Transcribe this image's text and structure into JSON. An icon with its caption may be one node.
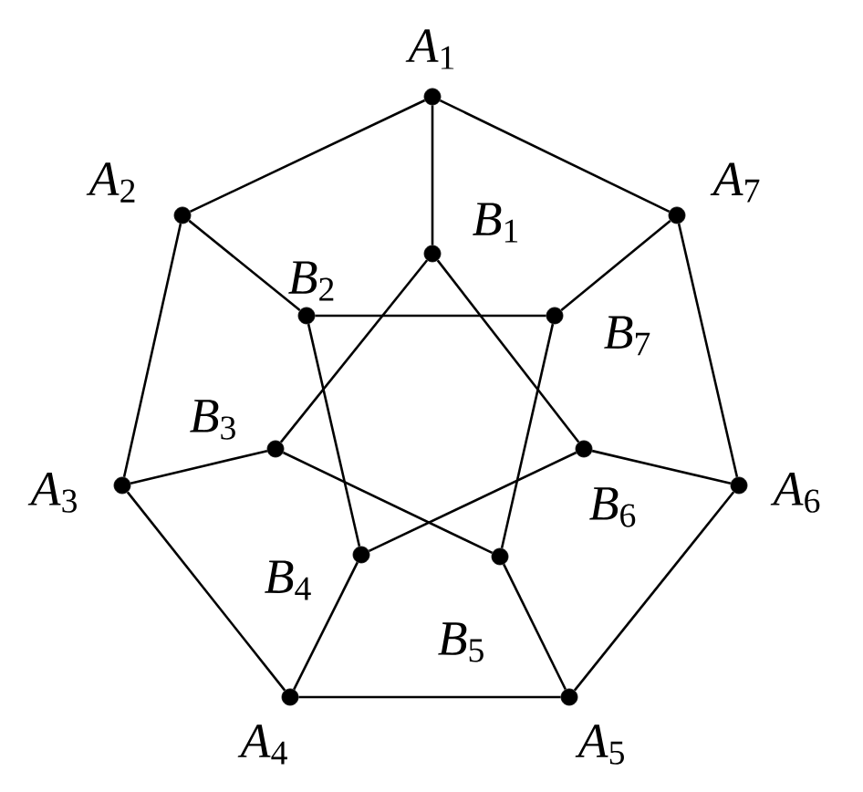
{
  "diagram": {
    "nodes": [
      {
        "text": [],
        "shape": "circle",
        "beside": [
          "*A*$_{1}$"
        ]
      },
      {
        "text": [],
        "shape": "circle",
        "beside": [
          "*A*$_{2}$"
        ]
      },
      {
        "text": [],
        "shape": "circle",
        "beside": [
          "*A*$_{3}$"
        ]
      },
      {
        "text": [],
        "shape": "circle",
        "beside": [
          "*A*$_{4}$"
        ]
      },
      {
        "text": [],
        "shape": "circle",
        "beside": [
          "*A*$_{5}$"
        ]
      },
      {
        "text": [],
        "shape": "circle",
        "beside": [
          "*A*$_{6}$"
        ]
      },
      {
        "text": [],
        "shape": "circle",
        "beside": [
          "*A*$_{7}$"
        ]
      },
      {
        "text": [],
        "shape": "circle",
        "beside": [
          "*B*$_{1}$"
        ]
      },
      {
        "text": [],
        "shape": "circle",
        "beside": [
          "*B*$_{2}$"
        ]
      },
      {
        "text": [],
        "shape": "circle",
        "beside": [
          "*B*$_{3}$"
        ]
      },
      {
        "text": [],
        "shape": "circle",
        "beside": [
          "*B*$_{4}$"
        ]
      },
      {
        "text": [],
        "shape": "circle",
        "beside": [
          "*B*$_{5}$"
        ]
      },
      {
        "text": [],
        "shape": "circle",
        "beside": [
          "*B*$_{6}$"
        ]
      },
      {
        "text": [],
        "shape": "circle",
        "beside": [
          "*B*$_{7}$"
        ]
      }
    ],
    "edges": [
      {
        "from": 0,
        "to": 1,
        "arrow": "none"
      },
      {
        "from": 1,
        "to": 2,
        "arrow": "none"
      },
      {
        "from": 2,
        "to": 3,
        "arrow": "none"
      },
      {
        "from": 3,
        "to": 4,
        "arrow": "none"
      },
      {
        "from": 4,
        "to": 5,
        "arrow": "none"
      },
      {
        "from": 5,
        "to": 6,
        "arrow": "none"
      },
      {
        "from": 6,
        "to": 0,
        "arrow": "none"
      },
      {
        "from": 0,
        "to": 7,
        "arrow": "none"
      },
      {
        "from": 1,
        "to": 8,
        "arrow": "none"
      },
      {
        "from": 2,
        "to": 9,
        "arrow": "none"
      },
      {
        "from": 3,
        "to": 10,
        "arrow": "none"
      },
      {
        "from": 4,
        "to": 11,
        "arrow": "none"
      },
      {
        "from": 5,
        "to": 12,
        "arrow": "none"
      },
      {
        "from": 6,
        "to": 13,
        "arrow": "none"
      },
      {
        "from": 7,
        "to": 9,
        "arrow": "none"
      },
      {
        "from": 8,
        "to": 10,
        "arrow": "none"
      },
      {
        "from": 9,
        "to": 11,
        "arrow": "none"
      },
      {
        "from": 10,
        "to": 12,
        "arrow": "none"
      },
      {
        "from": 11,
        "to": 13,
        "arrow": "none"
      },
      {
        "from": 12,
        "to": 7,
        "arrow": "none"
      },
      {
        "from": 13,
        "to": 8,
        "arrow": "none"
      }
    ]
  }
}
